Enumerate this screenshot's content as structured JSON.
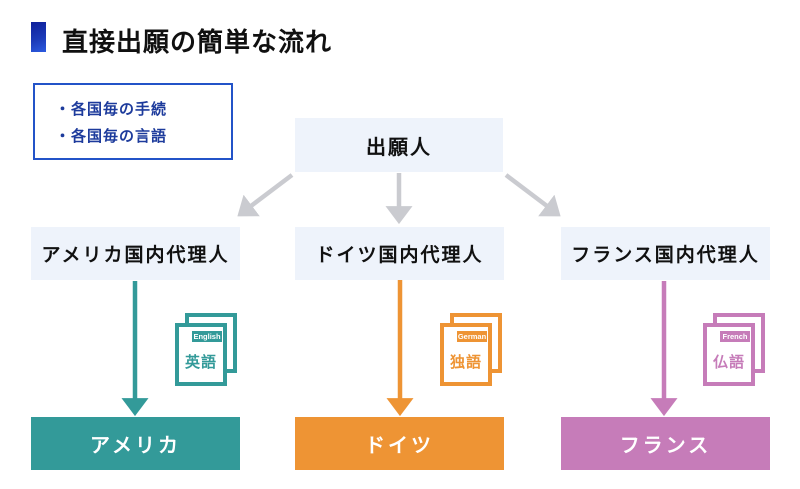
{
  "page_title": "直接出願の簡単な流れ",
  "note_box": {
    "items": [
      "・各国毎の手続",
      "・各国毎の言語"
    ]
  },
  "applicant_label": "出願人",
  "columns": [
    {
      "agent_label": "アメリカ国内代理人",
      "country_label": "アメリカ",
      "doc_tag": "English",
      "doc_lang": "英語",
      "color": "#339a99"
    },
    {
      "agent_label": "ドイツ国内代理人",
      "country_label": "ドイツ",
      "doc_tag": "German",
      "doc_lang": "独語",
      "color": "#ee9434"
    },
    {
      "agent_label": "フランス国内代理人",
      "country_label": "フランス",
      "doc_tag": "French",
      "doc_lang": "仏語",
      "color": "#c67cb9"
    }
  ],
  "colors": {
    "background": "#ffffff",
    "title_text": "#101010",
    "title_bar_blue": "#1b3ab8",
    "note_border": "#2353c8",
    "note_text": "#1d3b9c",
    "box_fill": "#eef3fb",
    "box_text": "#111111",
    "arrow_gray": "#cacbd0",
    "country_text": "#ffffff"
  }
}
